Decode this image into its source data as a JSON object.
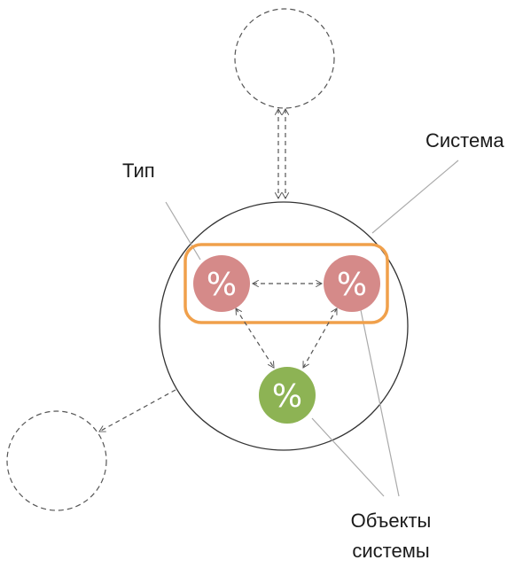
{
  "labels": {
    "type": "Тип",
    "system": "Система",
    "objects_line1": "Объекты",
    "objects_line2": "системы"
  },
  "nodes": {
    "type_object_left": "%",
    "type_object_right": "%",
    "other_object": "%"
  },
  "colors": {
    "type_object": "#d58a89",
    "other_object": "#8db354",
    "type_group_border": "#f0a04b",
    "system_border": "#333333",
    "connector": "#555555",
    "leader_line": "#aaaaaa"
  }
}
